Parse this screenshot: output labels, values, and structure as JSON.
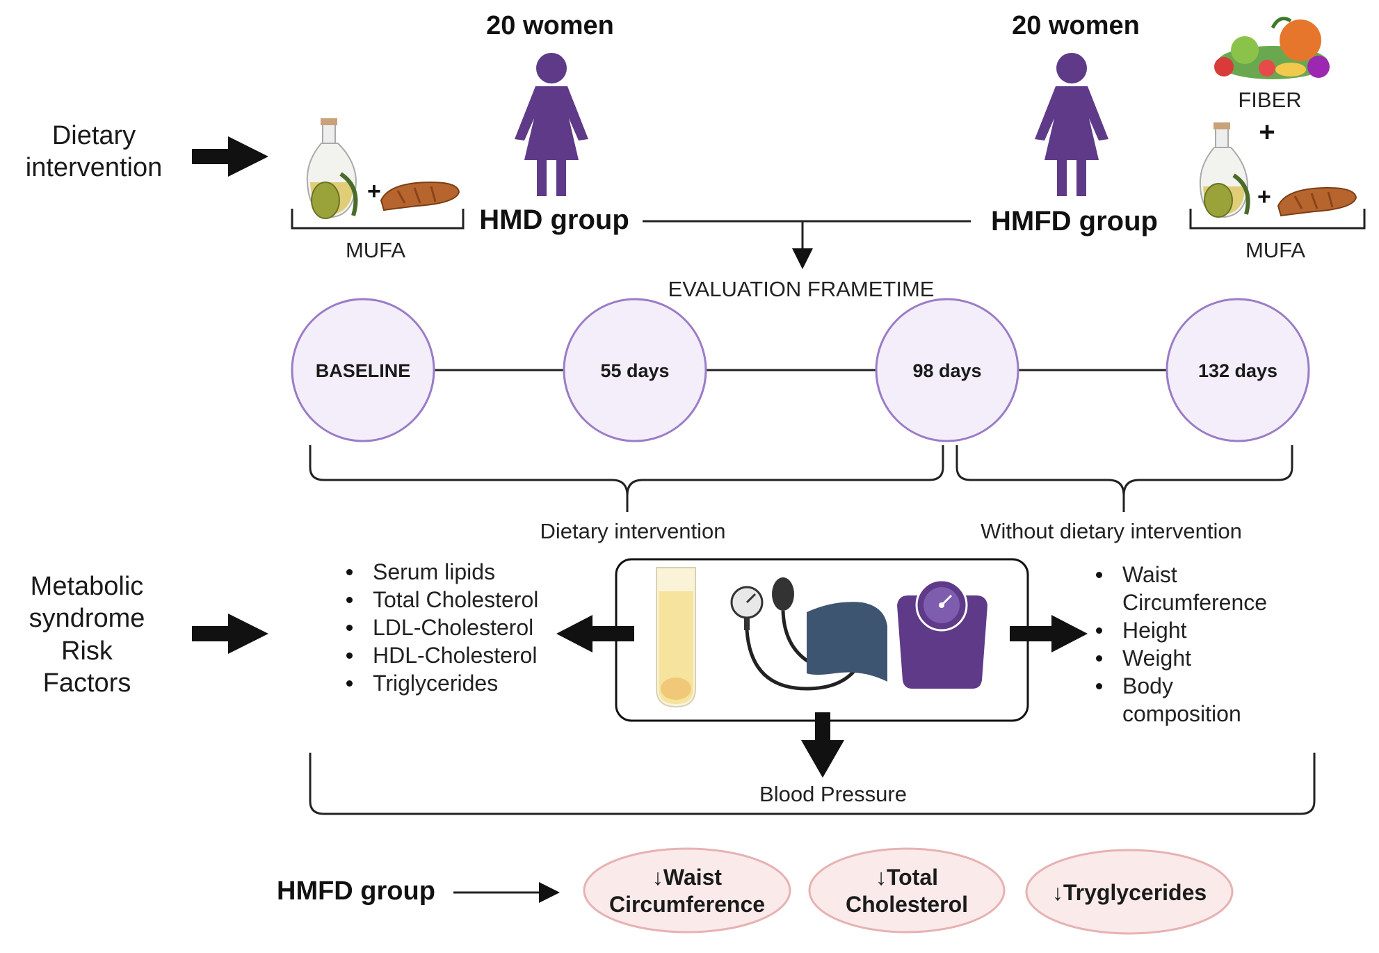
{
  "labels": {
    "dietary_intervention_side": "Dietary intervention",
    "metabolic_side": "Metabolic syndrome Risk Factors",
    "evaluation": "EVALUATION FRAMETIME",
    "dietary_intervention_period": "Dietary intervention",
    "without_period": "Without dietary intervention",
    "blood_pressure": "Blood Pressure"
  },
  "groups": {
    "left": {
      "count": "20 women",
      "name": "HMD group",
      "mufa": "MUFA"
    },
    "right": {
      "count": "20 women",
      "name": "HMFD group",
      "fiber": "FIBER",
      "plus": "+",
      "mufa": "MUFA"
    }
  },
  "timeline": [
    "BASELINE",
    "55 days",
    "98 days",
    "132 days"
  ],
  "left_measures": [
    "Serum lipids",
    "Total Cholesterol",
    "LDL-Cholesterol",
    "HDL-Cholesterol",
    "Triglycerides"
  ],
  "right_measures": [
    "Waist",
    "Circumference",
    "Height",
    "Weight",
    "Body",
    "composition"
  ],
  "results": {
    "group": "HMFD group",
    "items": [
      "↓Waist Circumference",
      "↓Total Cholesterol",
      "↓Tryglycerides"
    ]
  },
  "colors": {
    "purple": "#5e3a88",
    "circle_fill": "#f3eef9",
    "circle_stroke": "#9b7cc7",
    "result_fill": "#fbeaea",
    "result_stroke": "#e7b2b2"
  }
}
